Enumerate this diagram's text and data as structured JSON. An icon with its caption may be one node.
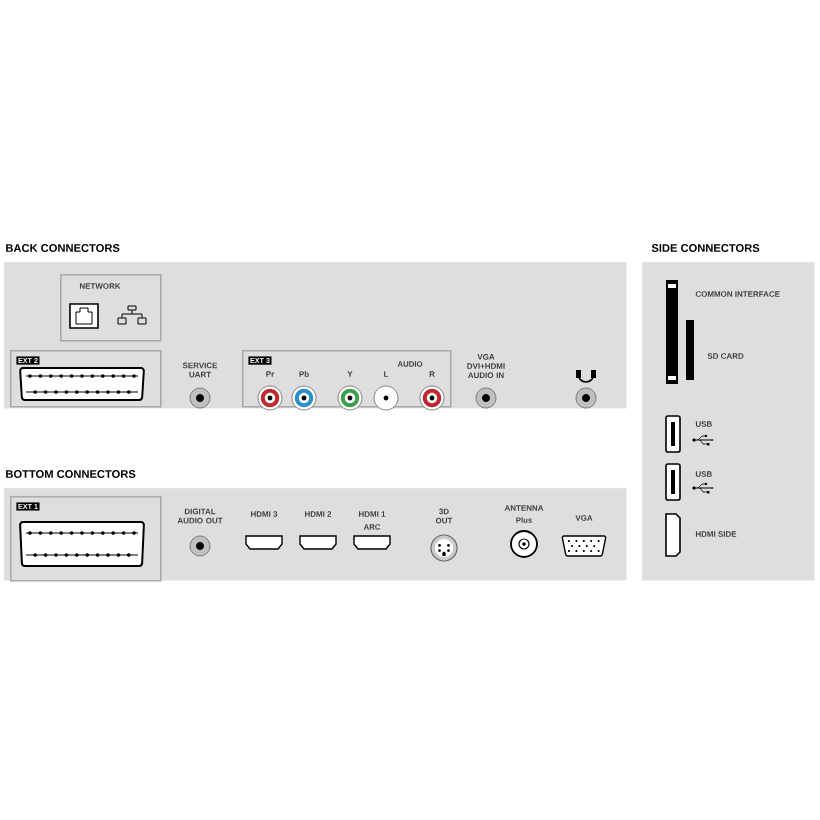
{
  "diagram": {
    "nodes": [
      {
        "text": [
          "BACK CONNECTORS",
          "SERVICE UART",
          "VGA DVI+HDMI AUDIO IN"
        ]
      },
      {
        "text": [
          "NETWORK"
        ],
        "in": 0
      },
      {
        "text": [
          "EXT 2"
        ],
        "in": 0
      },
      {
        "text": [
          "EXT 3",
          "Pr",
          "Pb",
          "Y",
          "L",
          "AUDIO",
          "R"
        ],
        "in": 0
      },
      {
        "text": [
          "BOTTOM CONNECTORS",
          "DIGITAL AUDIO OUT",
          "HDMI 3",
          "HDMI 2",
          "HDMI 1",
          "ARC",
          "3D OUT",
          "ANTENNA",
          "Plus",
          "VGA"
        ]
      },
      {
        "text": [
          "EXT 1"
        ],
        "in": 4
      },
      {
        "text": [
          "SIDE CONNECTORS",
          "COMMON INTERFACE",
          "SD CARD",
          "USB",
          "USB",
          "HDMI SIDE"
        ]
      }
    ]
  }
}
